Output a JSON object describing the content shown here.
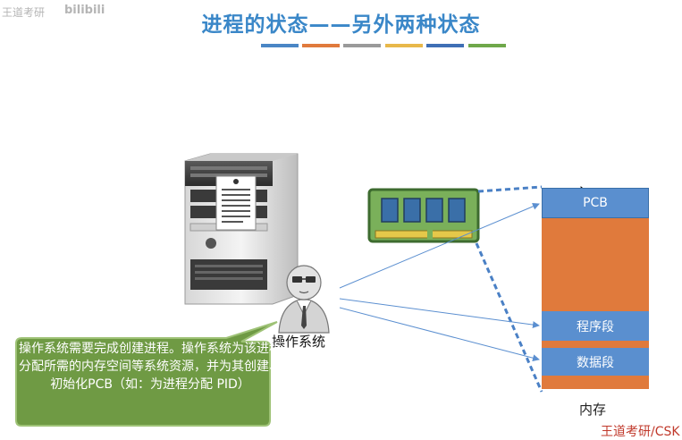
{
  "watermark": {
    "left": "王道考研",
    "right": "bilibili"
  },
  "title": "进程的状态——另外两种状态",
  "title_bar_colors": [
    "#4a86c5",
    "#e07a3c",
    "#9a9a9a",
    "#e8b84a",
    "#3f6fb5",
    "#6fa84a"
  ],
  "os_label": "操作系统",
  "callout_text": "操作系统需要完成创建进程。操作系统为该进程分配所需的内存空间等系统资源，并为其创建、初始化PCB（如：为进程分配 PID）",
  "memory": {
    "label": "内存",
    "blocks": {
      "pcb": "PCB",
      "code": "程序段",
      "data": "数据段"
    }
  },
  "icons": [
    "server-tower-icon",
    "document-icon",
    "operator-person-icon",
    "ram-chip-icon",
    "mouse-cursor-icon"
  ],
  "credit": "王道考研/CSK"
}
